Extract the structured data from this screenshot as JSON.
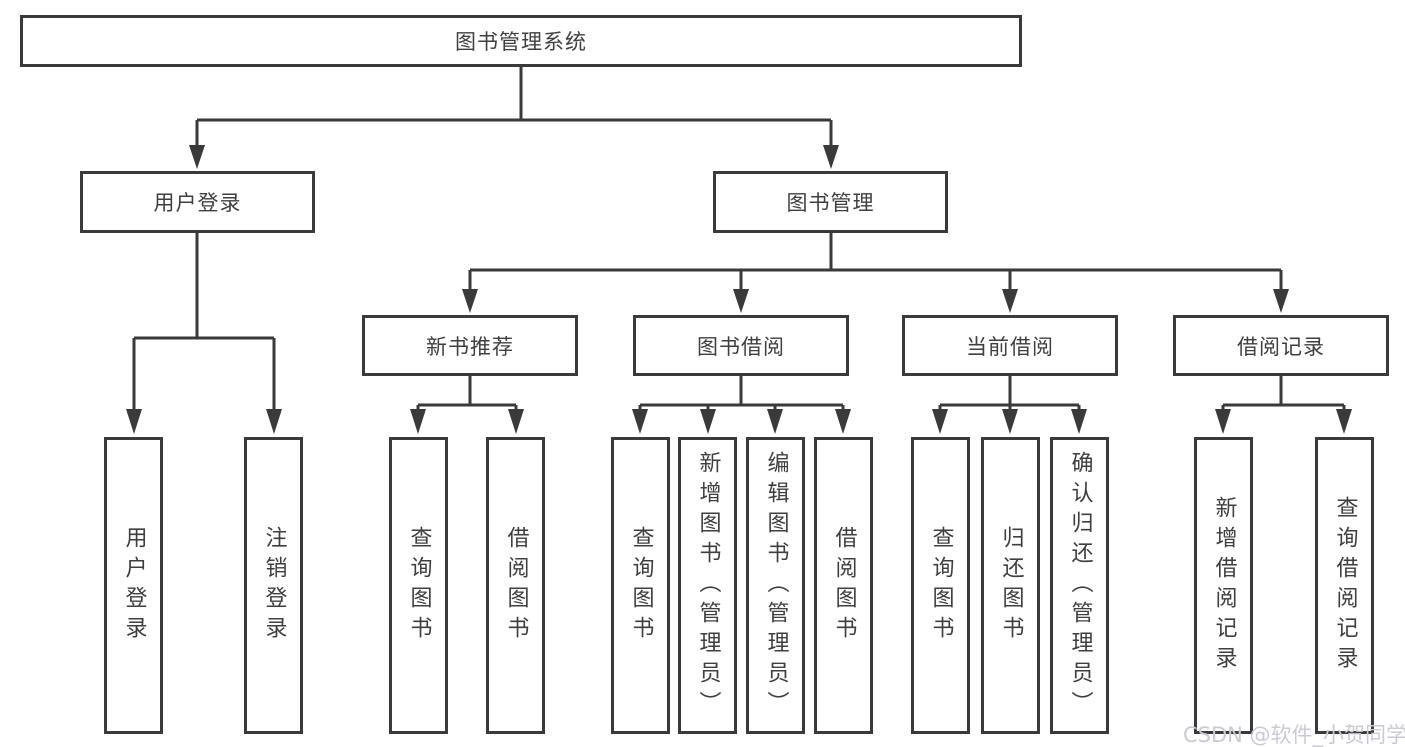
{
  "diagram": {
    "root": {
      "label": "图书管理系统"
    },
    "branches": [
      {
        "label": "用户登录",
        "children": [
          {
            "label": "用户登录"
          },
          {
            "label": "注销登录"
          }
        ]
      },
      {
        "label": "图书管理",
        "children": [
          {
            "label": "新书推荐",
            "children": [
              {
                "label": "查询图书"
              },
              {
                "label": "借阅图书"
              }
            ]
          },
          {
            "label": "图书借阅",
            "children": [
              {
                "label": "查询图书"
              },
              {
                "label": "新增图书（管理员）"
              },
              {
                "label": "编辑图书（管理员）"
              },
              {
                "label": "借阅图书"
              }
            ]
          },
          {
            "label": "当前借阅",
            "children": [
              {
                "label": "查询图书"
              },
              {
                "label": "归还图书"
              },
              {
                "label": "确认归还（管理员）"
              }
            ]
          },
          {
            "label": "借阅记录",
            "children": [
              {
                "label": "新增借阅记录"
              },
              {
                "label": "查询借阅记录"
              }
            ]
          }
        ]
      }
    ]
  },
  "watermark": {
    "text": "CSDN @软件_小贺同学"
  },
  "colors": {
    "border": "#3a3a3a",
    "text": "#3f3f3f",
    "watermark": "#c9cbd4"
  }
}
